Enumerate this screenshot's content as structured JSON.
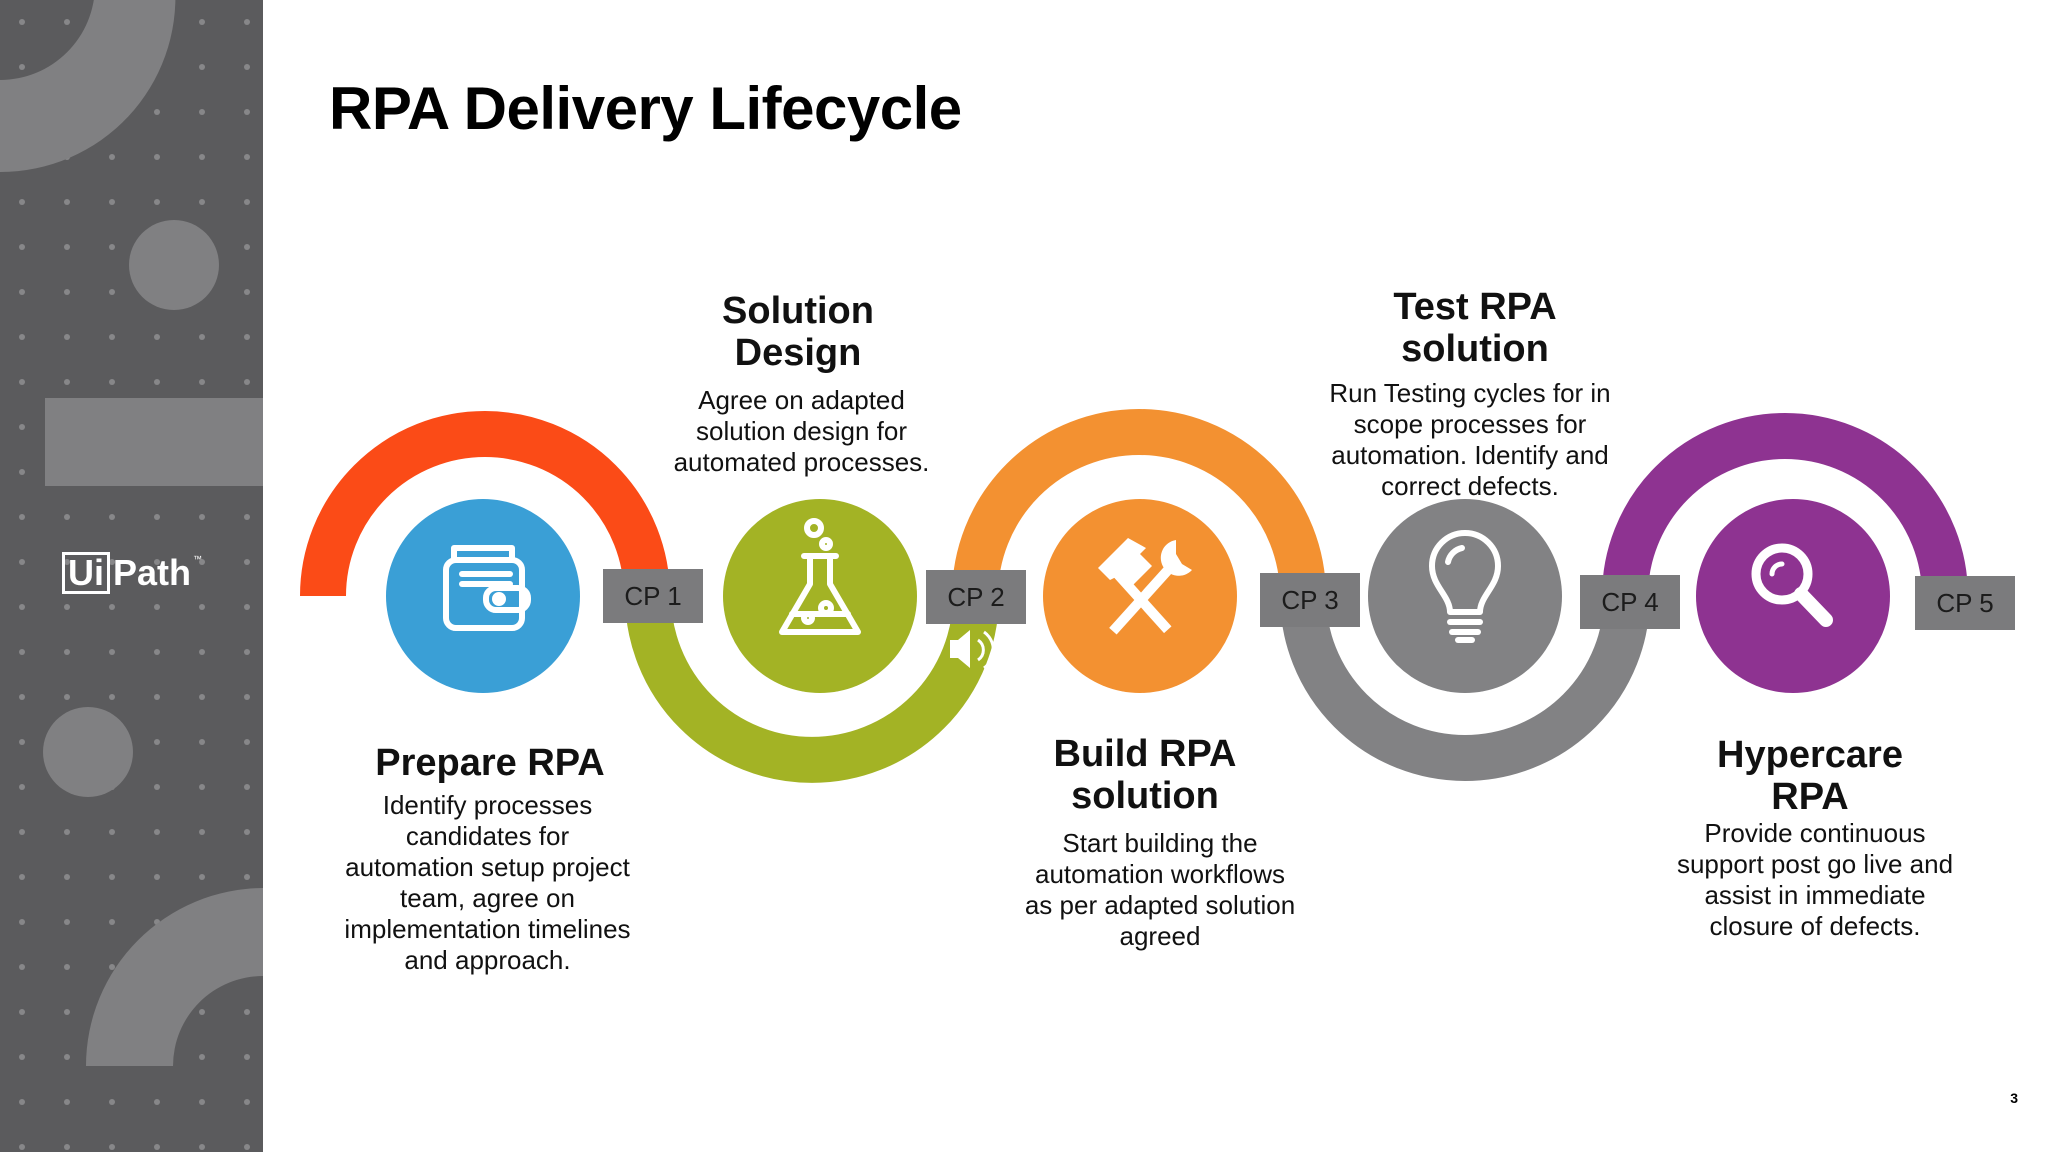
{
  "slide": {
    "title": "RPA Delivery Lifecycle",
    "page_number": "3"
  },
  "brand": {
    "logo_box": "Ui",
    "logo_rest": "Path",
    "logo_tm": "™"
  },
  "phases": [
    {
      "title": "Prepare RPA",
      "desc": "Identify processes candidates for automation setup project team, agree on implementation timelines and approach.",
      "icon": "wallet-icon",
      "color": "#3a9fd6",
      "arc_color": "#fb4b17"
    },
    {
      "title": "Solution Design",
      "desc": "Agree on adapted solution design for automated processes.",
      "icon": "flask-icon",
      "color": "#a3b325",
      "arc_color": "#a3b325"
    },
    {
      "title": "Build RPA solution",
      "desc": "Start building the automation workflows as per adapted solution agreed",
      "icon": "hammer-wrench-icon",
      "color": "#f39131",
      "arc_color": "#f39131"
    },
    {
      "title": "Test RPA solution",
      "desc": "Run Testing cycles for in scope processes for automation. Identify and correct defects.",
      "icon": "lightbulb-icon",
      "color": "#828284",
      "arc_color": "#828284"
    },
    {
      "title": "Hypercare RPA",
      "desc": "Provide continuous support post go live and assist in immediate closure of defects.",
      "icon": "magnifier-icon",
      "color": "#8e3391",
      "arc_color": "#8e3391"
    }
  ],
  "checkpoints": [
    "CP 1",
    "CP 2",
    "CP 3",
    "CP 4",
    "CP 5"
  ]
}
